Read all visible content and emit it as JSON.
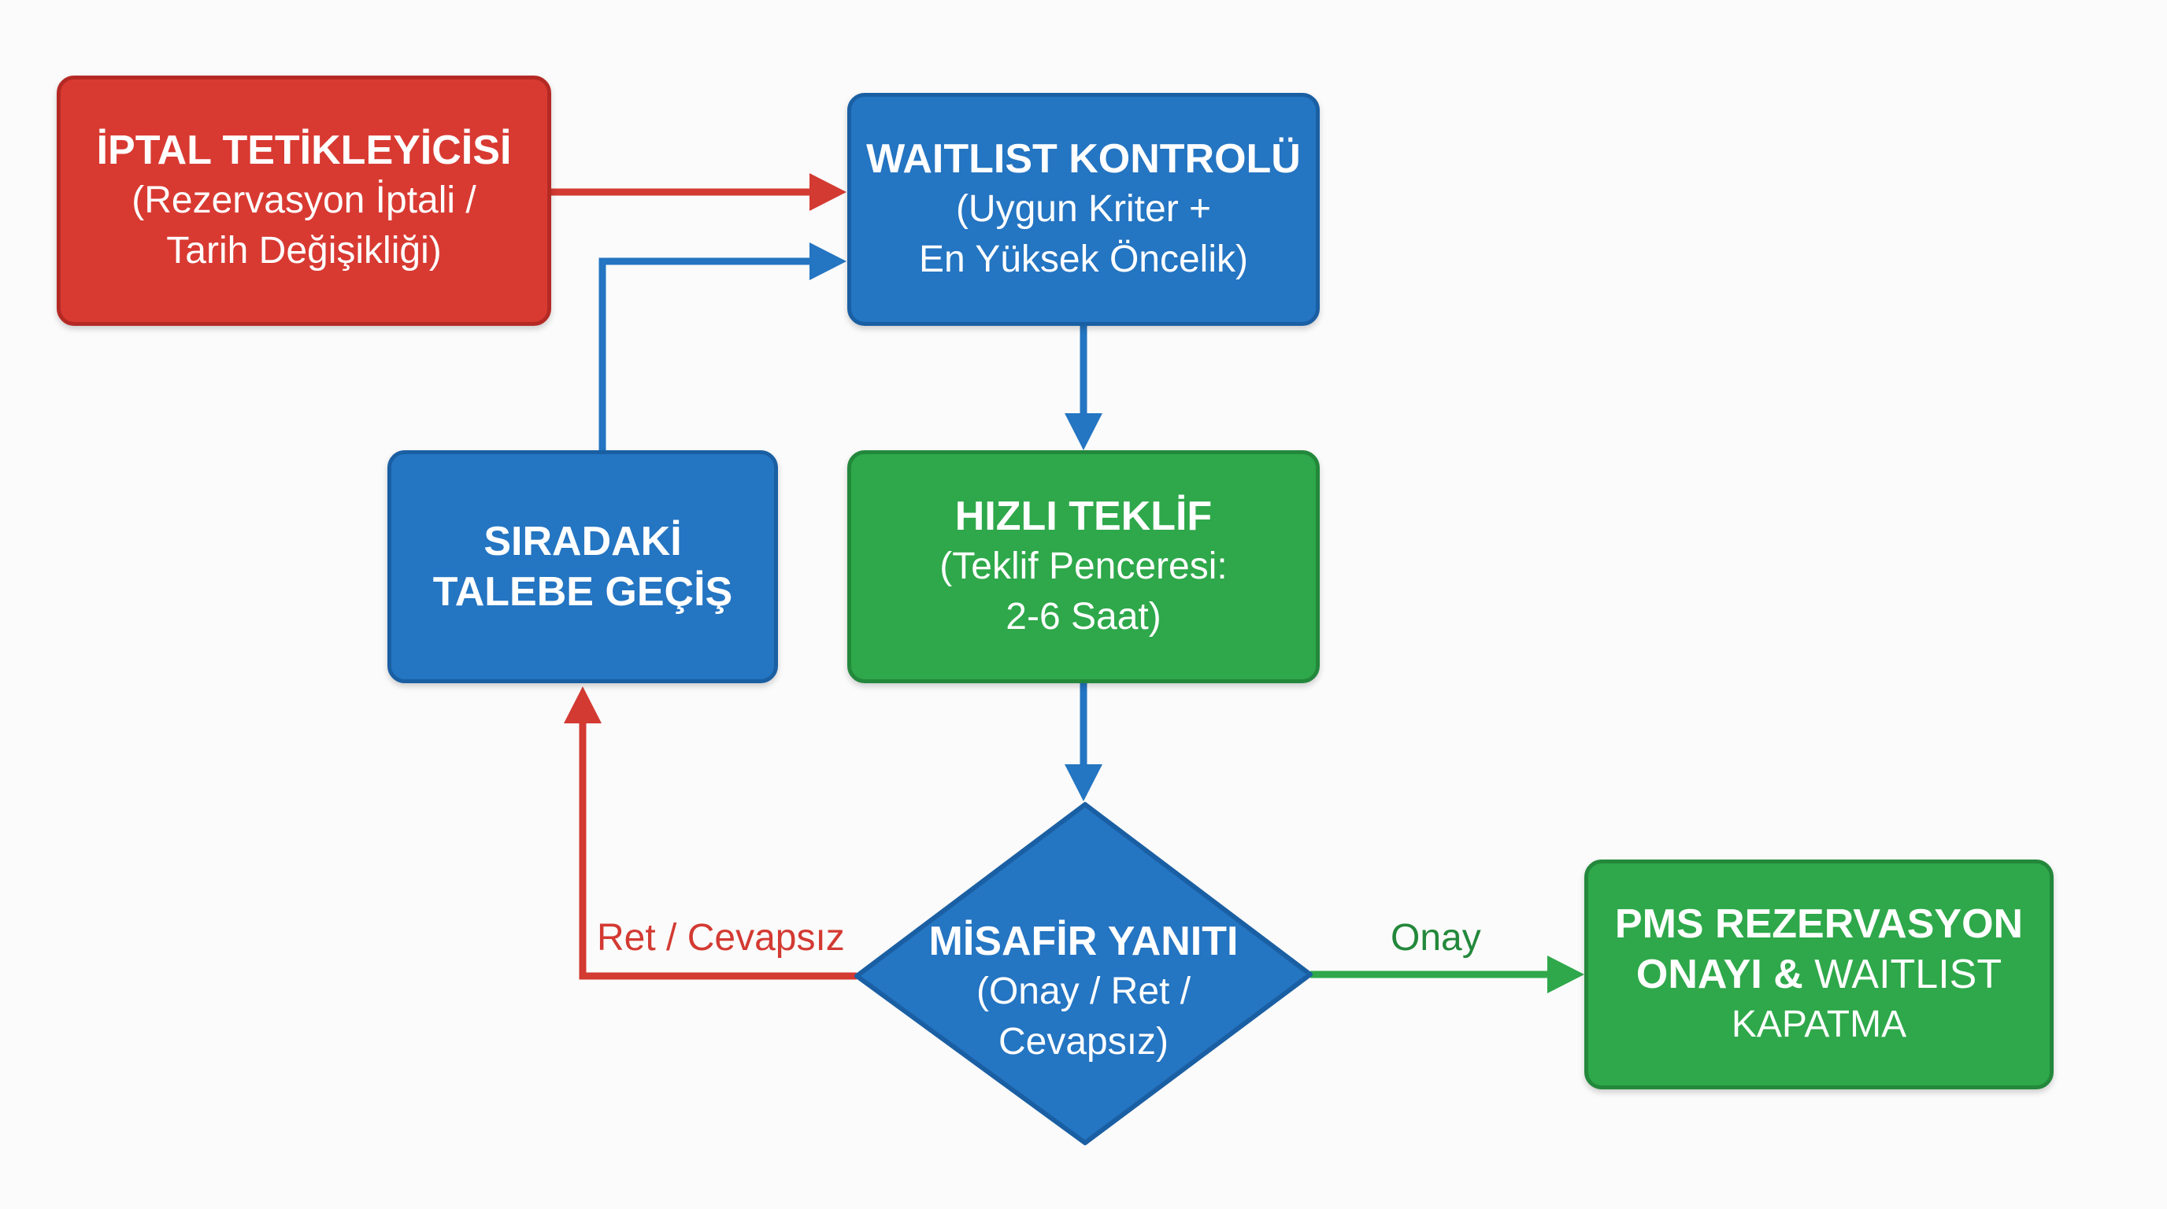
{
  "colors": {
    "red": "#d83a32",
    "blue": "#2475c2",
    "green": "#2ea84a",
    "edge_red": "#d33a32",
    "edge_blue": "#2475c2",
    "edge_green": "#2ea84a"
  },
  "nodes": {
    "iptal": {
      "title": "İPTAL TETİKLEYİCİSİ",
      "line2": "(Rezervasyon İptali /",
      "line3": "Tarih Değişikliği)"
    },
    "waitlist": {
      "title": "WAITLIST KONTROLÜ",
      "line2": "(Uygun Kriter +",
      "line3": "En Yüksek Öncelik)"
    },
    "siradaki": {
      "line1": "SIRADAKİ",
      "line2": "TALEBE GEÇİŞ"
    },
    "teklif": {
      "title": "HIZLI TEKLİF",
      "line2": "(Teklif Penceresi:",
      "line3": "2-6 Saat)"
    },
    "misafir": {
      "title": "MİSAFİR YANITI",
      "line2": "(Onay / Ret /",
      "line3": "Cevapsız)"
    },
    "pms": {
      "line1": "PMS REZERVASYON",
      "line2_bold": "ONAYI &",
      "line2_rest": " WAITLIST",
      "line3": "KAPATMA"
    }
  },
  "edge_labels": {
    "reject": "Ret / Cevapsız",
    "approve": "Onay"
  }
}
